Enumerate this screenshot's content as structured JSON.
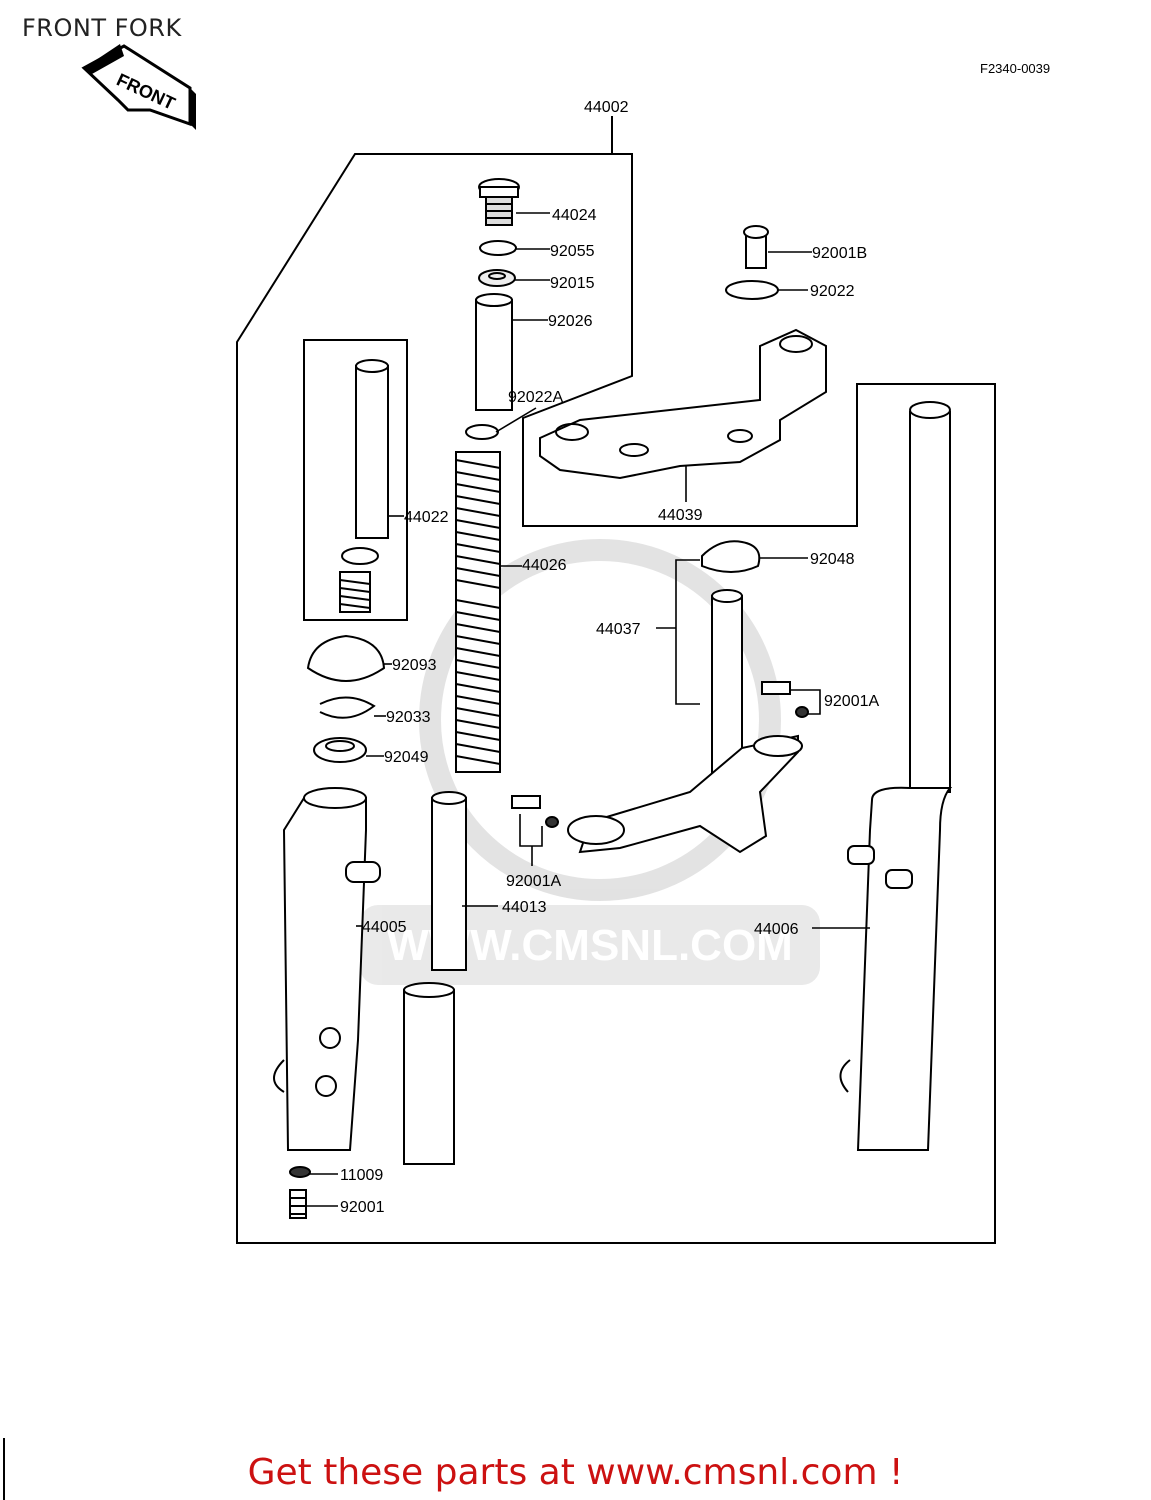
{
  "page": {
    "title": "FRONT FORK",
    "diagram_code": "F2340-0039",
    "front_arrow_label": "FRONT",
    "footer": "Get these parts at www.cmsnl.com !",
    "watermark": "WWW.CMSNL.COM"
  },
  "parts": [
    {
      "key": "p44002",
      "number": "44002"
    },
    {
      "key": "p44024",
      "number": "44024"
    },
    {
      "key": "p92055",
      "number": "92055"
    },
    {
      "key": "p92015",
      "number": "92015"
    },
    {
      "key": "p92026",
      "number": "92026"
    },
    {
      "key": "p92022A",
      "number": "92022A"
    },
    {
      "key": "p44022",
      "number": "44022"
    },
    {
      "key": "p44026",
      "number": "44026"
    },
    {
      "key": "p92093",
      "number": "92093"
    },
    {
      "key": "p92033",
      "number": "92033"
    },
    {
      "key": "p92049",
      "number": "92049"
    },
    {
      "key": "p44005",
      "number": "44005"
    },
    {
      "key": "p44013",
      "number": "44013"
    },
    {
      "key": "p11009",
      "number": "11009"
    },
    {
      "key": "p92001",
      "number": "92001"
    },
    {
      "key": "p92001B",
      "number": "92001B"
    },
    {
      "key": "p92022",
      "number": "92022"
    },
    {
      "key": "p44039",
      "number": "44039"
    },
    {
      "key": "p92048",
      "number": "92048"
    },
    {
      "key": "p44037",
      "number": "44037"
    },
    {
      "key": "p92001A_r",
      "number": "92001A"
    },
    {
      "key": "p92001A_c",
      "number": "92001A"
    },
    {
      "key": "p44006",
      "number": "44006"
    }
  ]
}
